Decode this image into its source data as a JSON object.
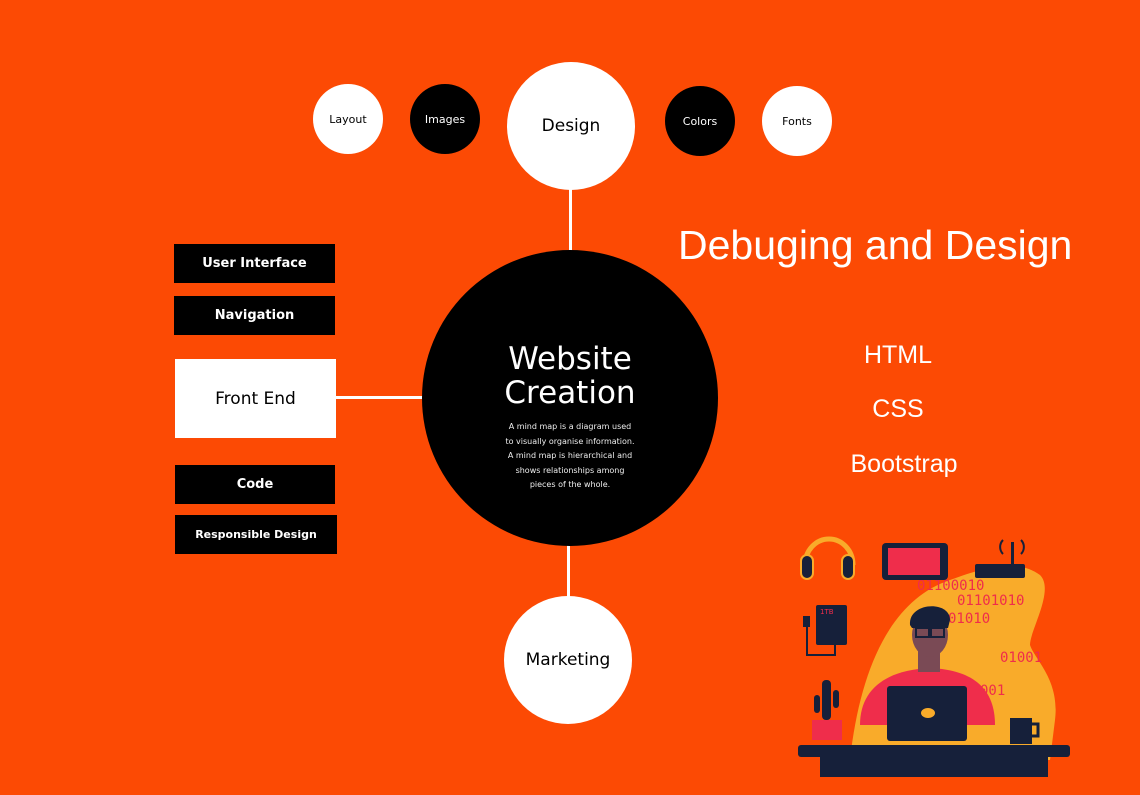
{
  "colors": {
    "background": "#fc4a04",
    "primary": "#000000",
    "secondary": "#ffffff",
    "accent_yellow": "#f9ab2a",
    "accent_red": "#ef2d4b",
    "dark_navy": "#16203a"
  },
  "design_branch": {
    "main": "Design",
    "children": [
      {
        "label": "Layout",
        "style": "white"
      },
      {
        "label": "Images",
        "style": "black"
      },
      {
        "label": "Colors",
        "style": "black"
      },
      {
        "label": "Fonts",
        "style": "white"
      }
    ]
  },
  "center": {
    "title_line1": "Website",
    "title_line2": "Creation",
    "description": [
      "A mind map is a diagram used",
      "to visually organise information.",
      "A mind map is hierarchical and",
      "shows relationships among",
      "pieces of the whole."
    ]
  },
  "front_end_branch": {
    "main": "Front End",
    "children": [
      "User Interface",
      "Navigation",
      "Code",
      "Responsible Design"
    ]
  },
  "marketing": "Marketing",
  "heading": "Debuging and Design",
  "technologies": [
    "HTML",
    "CSS",
    "Bootstrap"
  ],
  "illustration": {
    "binary": [
      "01100010",
      "01101010",
      "01010",
      "01001",
      "001"
    ],
    "drive_label": "1TB"
  }
}
